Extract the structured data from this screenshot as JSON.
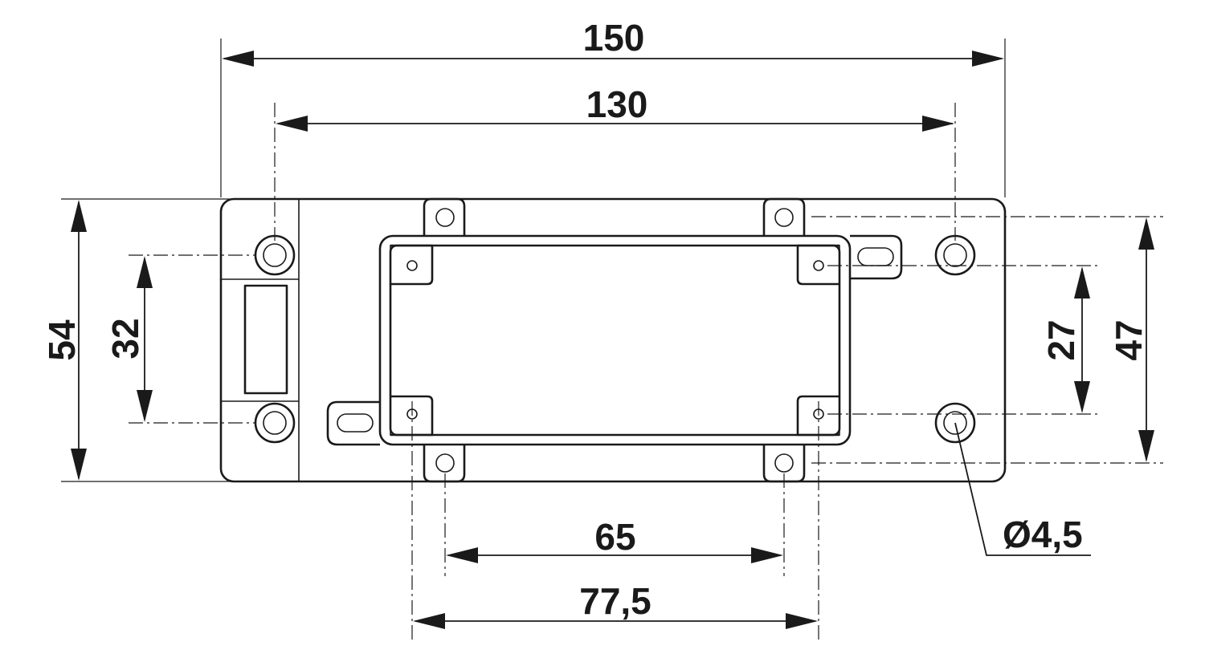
{
  "dimensions": {
    "overall_width": "150",
    "hole_spacing_width": "130",
    "overall_height": "54",
    "hole_spacing_height_left": "32",
    "hole_spacing_height_right": "27",
    "flange_height": "47",
    "inner_hole_spacing": "65",
    "outer_hole_spacing": "77,5",
    "hole_diameter": "Ø4,5"
  }
}
